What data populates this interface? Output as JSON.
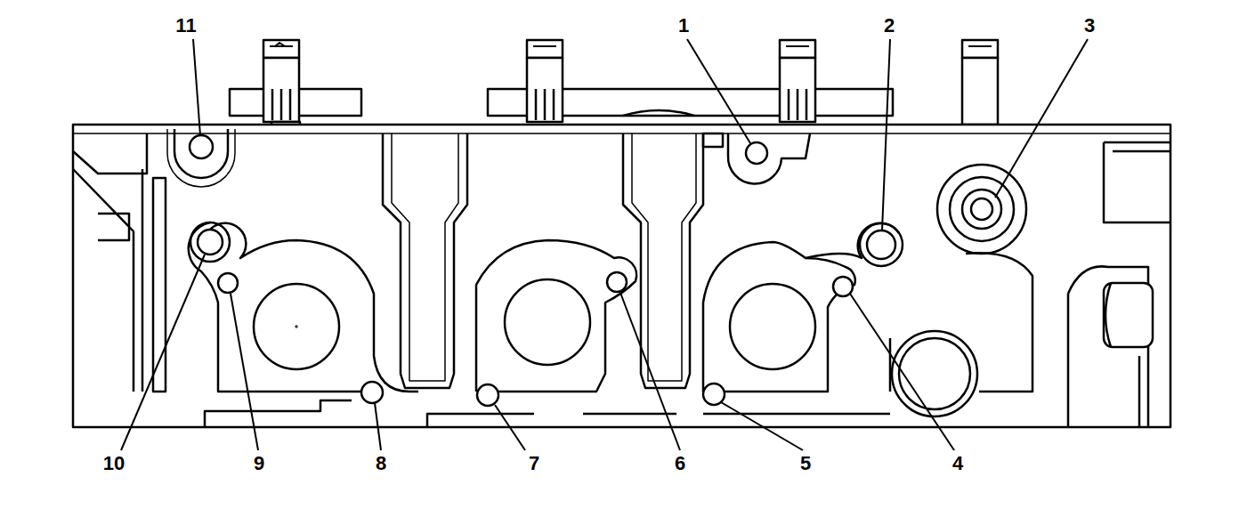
{
  "diagram": {
    "labels": [
      "11",
      "1",
      "2",
      "3",
      "10",
      "9",
      "8",
      "7",
      "6",
      "5",
      "4"
    ]
  }
}
